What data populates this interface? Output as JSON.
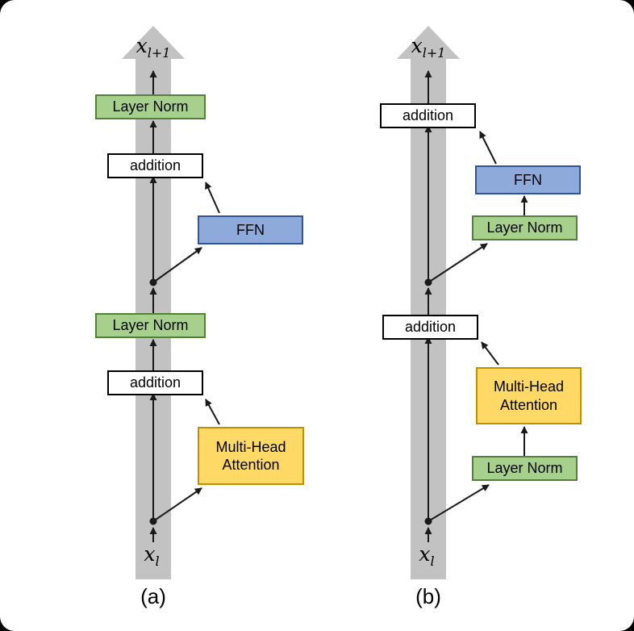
{
  "colors": {
    "green_fill": "#a8d08d",
    "green_border": "#538135",
    "blue_fill": "#8eaadb",
    "blue_border": "#2f5597",
    "yellow_fill": "#ffd966",
    "yellow_border": "#bf9000",
    "stream_gray": "#c2c2c2",
    "arrow_black": "#1a1a1a"
  },
  "diagram_a": {
    "caption": "(a)",
    "output_var": "x",
    "output_sub": "l+1",
    "input_var": "x",
    "input_sub": "l",
    "nodes": {
      "layer_norm_top": "Layer Norm",
      "addition_top": "addition",
      "ffn": "FFN",
      "layer_norm_mid": "Layer Norm",
      "addition_bottom": "addition",
      "multi_head_attention": "Multi-Head Attention"
    }
  },
  "diagram_b": {
    "caption": "(b)",
    "output_var": "x",
    "output_sub": "l+1",
    "input_var": "x",
    "input_sub": "l",
    "nodes": {
      "addition_top": "addition",
      "ffn": "FFN",
      "layer_norm_top": "Layer Norm",
      "addition_mid": "addition",
      "multi_head_attention": "Multi-Head Attention",
      "layer_norm_bottom": "Layer Norm"
    }
  }
}
